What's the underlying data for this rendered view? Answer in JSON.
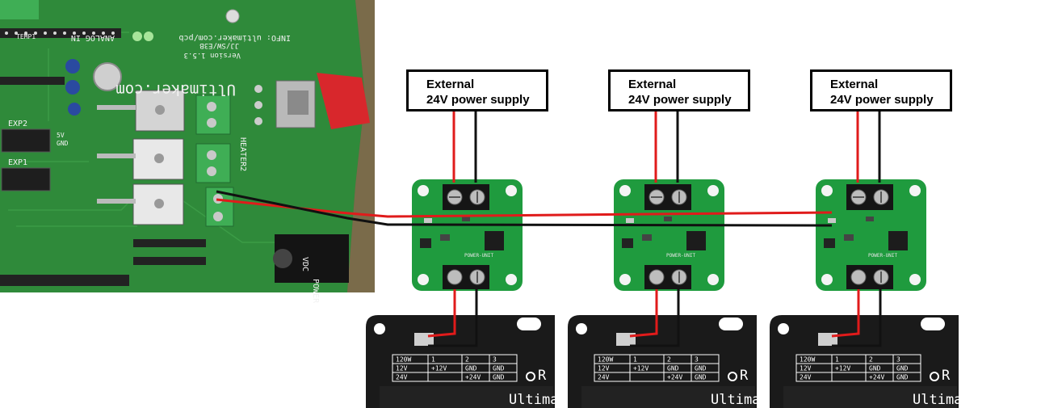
{
  "diagram": {
    "title": "Heated bed wiring with external power supplies",
    "power_supplies": [
      {
        "line1": "External",
        "line2": "24V power supply"
      },
      {
        "line1": "External",
        "line2": "24V power supply"
      },
      {
        "line1": "External",
        "line2": "24V power supply"
      }
    ],
    "controller_board": {
      "brand": "Ultimaker.com",
      "version": "Version 1.5.3",
      "rev": "JJ/SW/E3B",
      "info": "INFO: ultimaker.com/pcb",
      "labels": [
        "HEATER2",
        "EXP2",
        "EXP1",
        "ANALOG IN",
        "POWER",
        "VDC",
        "GND",
        "5V",
        "TEMP1"
      ]
    },
    "module_label": "POWER-UNIT",
    "bed_table": {
      "header": [
        "120W",
        "1",
        "2",
        "3"
      ],
      "rows": [
        [
          "12V",
          "+12V",
          "GND",
          "GND"
        ],
        [
          "24V",
          "",
          "+24V",
          "GND"
        ]
      ]
    },
    "bed_brand": "Ultima",
    "bed_logo": "R",
    "wire_colors": {
      "positive": "#e01b1b",
      "negative": "#111111"
    },
    "colors": {
      "pcb_green": "#2f8a3a",
      "module_green": "#1f9b3e",
      "bed_black": "#1a1a1a",
      "terminal_green": "#3fae55",
      "switch_red": "#d8272c"
    }
  }
}
